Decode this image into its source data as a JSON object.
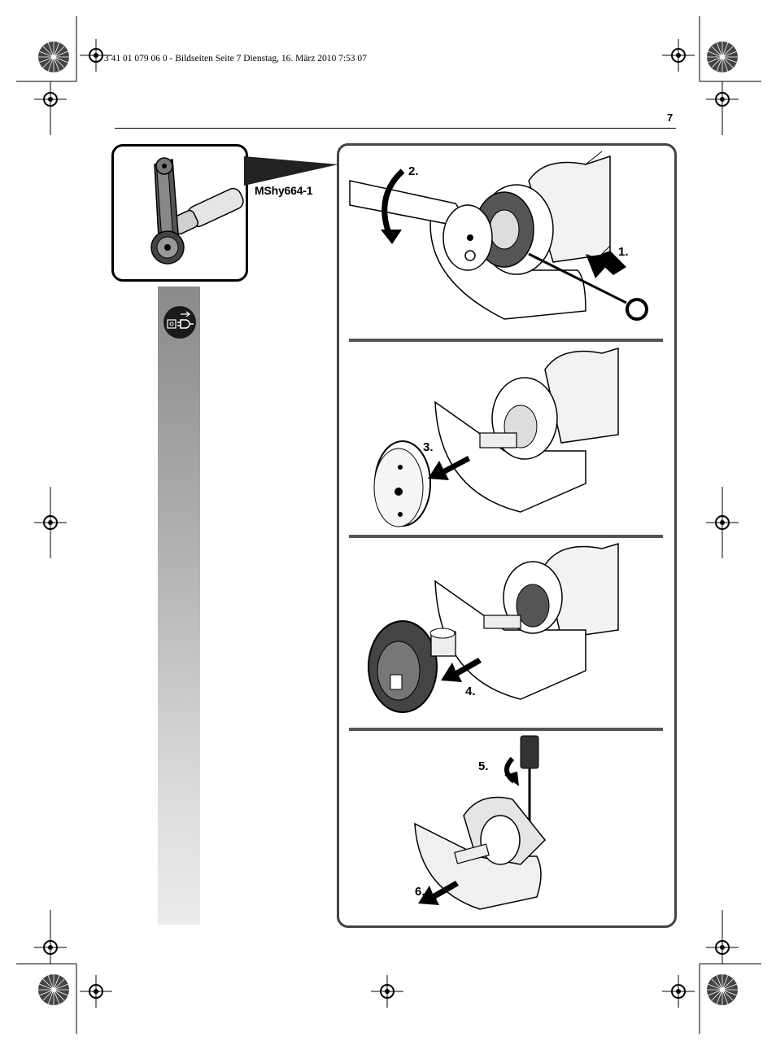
{
  "header": {
    "text": "3 41 01 079 06 0 - Bildseiten  Seite 7  Dienstag, 16. März 2010  7:53 07"
  },
  "page_number": "7",
  "model": "MShy664-1",
  "steps": {
    "s1": "1.",
    "s2": "2.",
    "s3": "3.",
    "s4": "4.",
    "s5": "5.",
    "s6": "6."
  },
  "icons": {
    "unplug": "unplug-before-work-icon",
    "registration": "registration-mark-icon",
    "color_target": "color-target-icon"
  },
  "colors": {
    "frame": "#444444",
    "bar_top": "#8a8a8a",
    "bar_bottom": "#ececec",
    "ink": "#000000"
  }
}
